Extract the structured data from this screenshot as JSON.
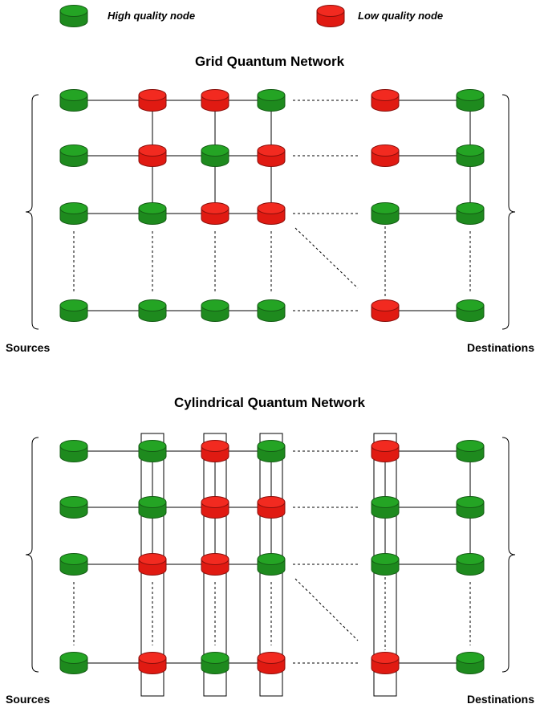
{
  "legend": {
    "high_label": "High quality node",
    "low_label": "Low quality node"
  },
  "colors": {
    "high": "#1e8a1e",
    "high_top": "#24a424",
    "high_stroke": "#145c14",
    "low": "#e01a12",
    "low_top": "#f22a20",
    "low_stroke": "#8a0e0a",
    "edge": "#000000"
  },
  "networks": [
    {
      "id": "grid",
      "title": "Grid Quantum Network",
      "sources_label": "Sources",
      "destinations_label": "Destinations",
      "nodes": [
        [
          "H",
          "L",
          "L",
          "H",
          "L",
          "H"
        ],
        [
          "H",
          "L",
          "H",
          "L",
          "L",
          "H"
        ],
        [
          "H",
          "H",
          "L",
          "L",
          "H",
          "H"
        ],
        [
          "H",
          "H",
          "H",
          "H",
          "L",
          "H"
        ]
      ],
      "horizontal_edges": [
        [
          true,
          true,
          true,
          false,
          true
        ],
        [
          true,
          true,
          true,
          false,
          true
        ],
        [
          true,
          true,
          true,
          false,
          true
        ],
        [
          true,
          true,
          true,
          false,
          true
        ]
      ],
      "vertical_edges": [
        [
          false,
          true,
          true,
          true,
          false,
          true
        ],
        [
          false,
          true,
          true,
          true,
          false,
          true
        ],
        [
          false,
          false,
          false,
          false,
          false,
          false
        ]
      ],
      "diagonal_edge": true,
      "cylinder_columns": []
    },
    {
      "id": "cylindrical",
      "title": "Cylindrical Quantum Network",
      "sources_label": "Sources",
      "destinations_label": "Destinations",
      "nodes": [
        [
          "H",
          "H",
          "L",
          "H",
          "L",
          "H"
        ],
        [
          "H",
          "H",
          "L",
          "L",
          "H",
          "H"
        ],
        [
          "H",
          "L",
          "L",
          "H",
          "H",
          "H"
        ],
        [
          "H",
          "L",
          "H",
          "L",
          "L",
          "H"
        ]
      ],
      "horizontal_edges": [
        [
          true,
          true,
          true,
          false,
          true
        ],
        [
          true,
          true,
          true,
          false,
          true
        ],
        [
          true,
          true,
          true,
          false,
          true
        ],
        [
          true,
          true,
          true,
          false,
          true
        ]
      ],
      "vertical_edges": [
        [
          false,
          true,
          true,
          true,
          true,
          true
        ],
        [
          false,
          true,
          true,
          true,
          true,
          true
        ],
        [
          false,
          false,
          false,
          false,
          false,
          false
        ]
      ],
      "diagonal_edge": true,
      "cylinder_columns": [
        1,
        2,
        3,
        4
      ]
    }
  ]
}
